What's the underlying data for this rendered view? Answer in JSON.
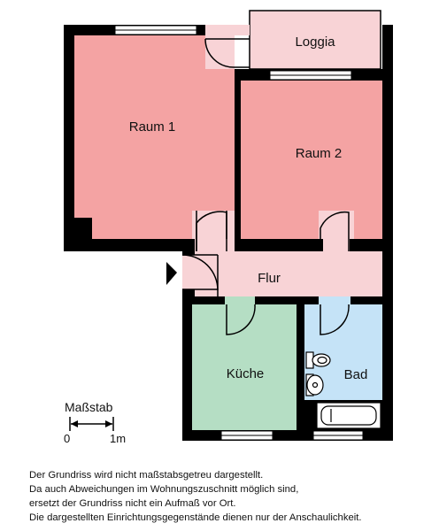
{
  "rooms": {
    "raum1": "Raum 1",
    "raum2": "Raum 2",
    "loggia": "Loggia",
    "flur": "Flur",
    "kueche": "Küche",
    "bad": "Bad"
  },
  "scale": {
    "title": "Maßstab",
    "start": "0",
    "end": "1m"
  },
  "notes": [
    "Der Grundriss wird nicht maßstabsgetreu dargestellt.",
    "Da auch Abweichungen im Wohnungszuschnitt möglich sind,",
    "ersetzt der Grundriss nicht ein Aufmaß vor Ort.",
    "Die dargestellten Einrichtungsgegenstände dienen nur der Anschaulichkeit."
  ],
  "colors": {
    "living": "#f4a3a3",
    "corridor": "#f8d3d6",
    "kitchen": "#b5dec4",
    "bath": "#c5e3f7",
    "wall": "#000000"
  }
}
